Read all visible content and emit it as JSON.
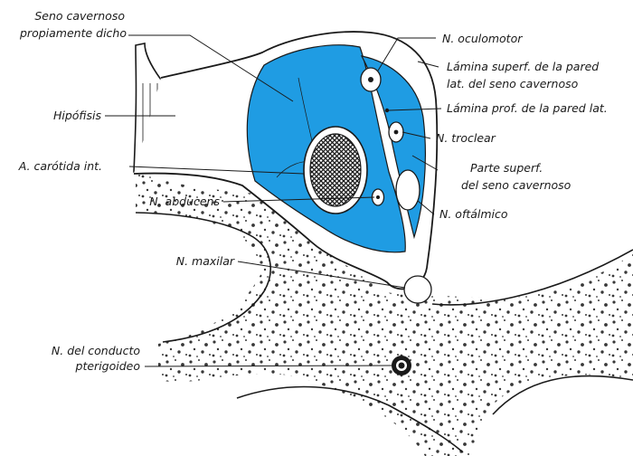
{
  "colors": {
    "sinus_fill": "#1f9ce3",
    "outline": "#1a1a1a",
    "nerve_fill": "#ffffff",
    "artery_lumen": "#1a1a1a"
  },
  "labels": {
    "seno_line1": "Seno cavernoso",
    "seno_line2": "propiamente dicho",
    "hipofisis": "Hipófisis",
    "carotida": "A. carótida int.",
    "abducens": "N. abducens",
    "maxilar": "N. maxilar",
    "pterigoideo_line1": "N. del conducto",
    "pterigoideo_line2": "pterigoideo",
    "oculomotor": "N. oculomotor",
    "lamina_superf_line1": "Lámina superf. de la pared",
    "lamina_superf_line2": "lat. del seno cavernoso",
    "lamina_prof": "Lámina prof. de la pared lat.",
    "troclear": "N. troclear",
    "parte_superf_line1": "Parte superf.",
    "parte_superf_line2": "del seno cavernoso",
    "oftalmico": "N. oftálmico"
  }
}
